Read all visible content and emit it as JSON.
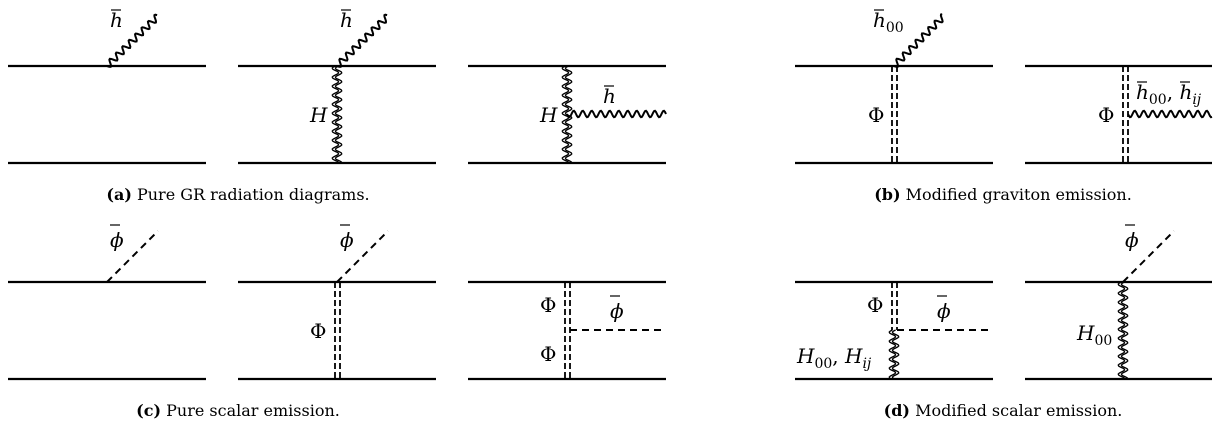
{
  "colors": {
    "ink": "#000000",
    "background": "#ffffff"
  },
  "captions": {
    "a": {
      "tag": "(a)",
      "text": "Pure GR radiation diagrams."
    },
    "b": {
      "tag": "(b)",
      "text": "Modified graviton emission."
    },
    "c": {
      "tag": "(c)",
      "text": "Pure scalar emission."
    },
    "d": {
      "tag": "(d)",
      "text": "Modified scalar emission."
    }
  },
  "labels": {
    "hbar": "h",
    "H": "H",
    "h00": "h",
    "h00_sub": "00",
    "Phi": "Φ",
    "h00_hij": {
      "a": "h",
      "a_sub": "00",
      "sep": ", ",
      "b": "h",
      "b_sub": "ij"
    },
    "phibar": "ϕ",
    "H00_Hij": {
      "a": "H",
      "a_sub": "00",
      "sep": ", ",
      "b": "H",
      "b_sub": "ij"
    },
    "H00": "H",
    "H00_sub": "00"
  }
}
